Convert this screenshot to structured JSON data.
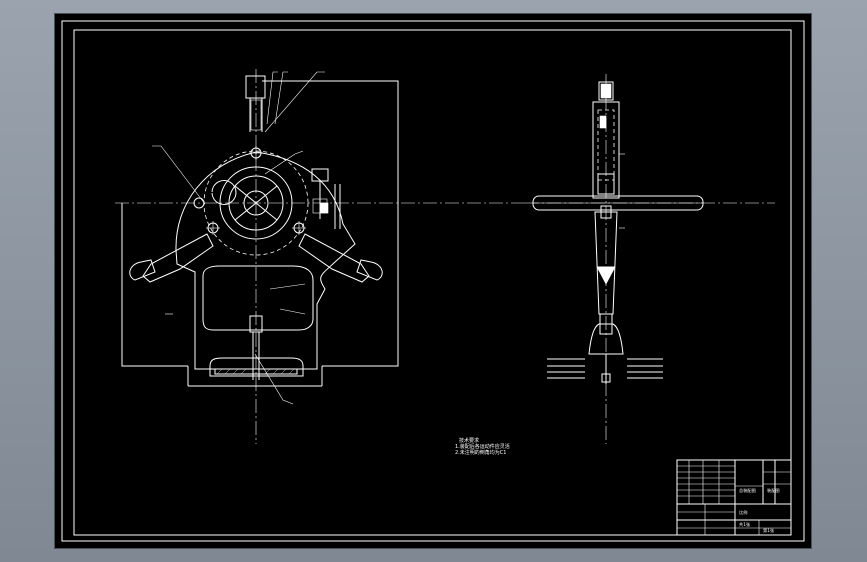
{
  "title_block": {
    "name": "总装配图",
    "cell_a": "装配图",
    "cell_b": "比例",
    "cell_c": "共1张",
    "cell_d": "第1张"
  },
  "notes": {
    "heading": "技术要求",
    "line1": "1.装配后各运动件应灵活",
    "line2": "2.未注明的倒角均为C1"
  }
}
